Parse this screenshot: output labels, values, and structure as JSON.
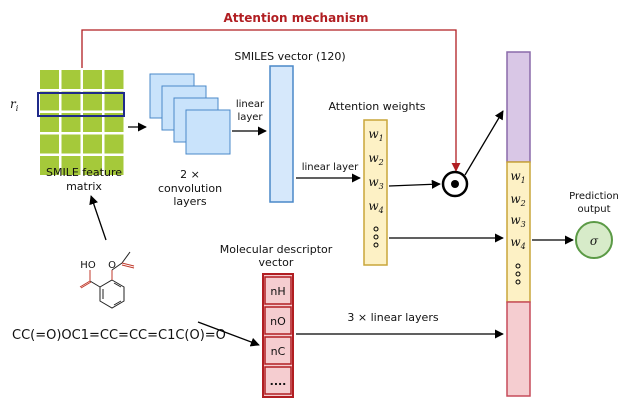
{
  "title": "Attention mechanism",
  "row_label": "r",
  "row_label_sub": "i",
  "feature_matrix": {
    "label_line1": "SMILE feature",
    "label_line2": "matrix"
  },
  "conv": {
    "label_line1": "2 ×",
    "label_line2": "convolution",
    "label_line3": "layers"
  },
  "linear_layer_1": {
    "line1": "linear",
    "line2": "layer"
  },
  "smiles_vector": {
    "label": "SMILES vector (120)"
  },
  "linear_layer_2": "linear layer",
  "attention_weights": {
    "label": "Attention weights",
    "items": [
      {
        "base": "w",
        "sub": "1"
      },
      {
        "base": "w",
        "sub": "2"
      },
      {
        "base": "w",
        "sub": "3"
      },
      {
        "base": "w",
        "sub": "4"
      }
    ]
  },
  "ellipsis_dots": "°\n°\n°",
  "operator_symbol": "⊙",
  "output_weights": [
    {
      "base": "w",
      "sub": "1"
    },
    {
      "base": "w",
      "sub": "2"
    },
    {
      "base": "w",
      "sub": "3"
    },
    {
      "base": "w",
      "sub": "4"
    }
  ],
  "prediction": {
    "label_line1": "Prediction",
    "label_line2": "output",
    "symbol": "σ"
  },
  "molecule": {
    "oh_label": "HO",
    "o_label": "O",
    "smiles": "CC(=O)OC1=CC=CC=C1C(O)=O"
  },
  "descriptor": {
    "label_line1": "Molecular descriptor",
    "label_line2": "vector",
    "items": [
      "nH",
      "nO",
      "nC",
      "...."
    ]
  },
  "linear_layers_3": "3 × linear layers",
  "colors": {
    "grid_green": "#a5c93a",
    "highlight_blue": "#1f2a8a",
    "conv_blue": "#c9e3fb",
    "vector_blue": "#d6e8fb",
    "attention_yellow": "#fdf1c5",
    "purple": "#d9c7e6",
    "red_box": "#f5cdd0",
    "prediction_green": "#d7ebc9",
    "title_red": "#b11e22"
  }
}
